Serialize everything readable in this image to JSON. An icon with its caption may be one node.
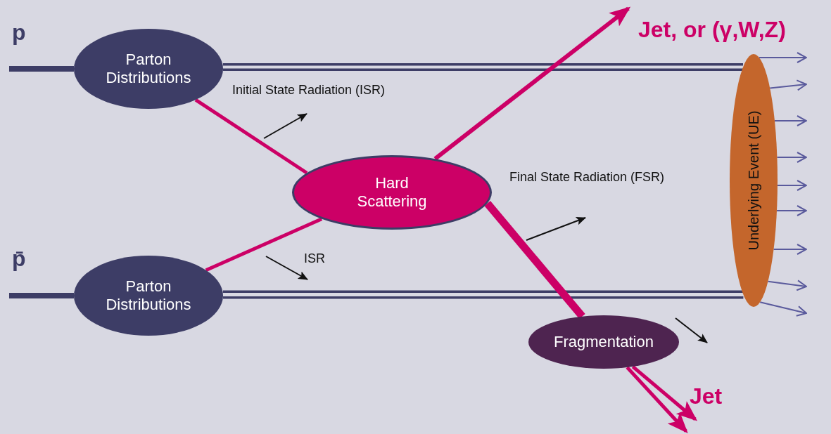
{
  "diagram": {
    "nodes": [
      {
        "text": [
          "Parton Distributions"
        ]
      },
      {
        "text": [
          "Parton Distributions"
        ]
      },
      {
        "text": [
          "Hard Scattering"
        ]
      },
      {
        "text": [
          "Underlying Event (UE)"
        ]
      },
      {
        "text": [
          "Fragmentation"
        ]
      }
    ],
    "edges": [
      {
        "from": null,
        "to": 0,
        "arrow": "none",
        "style": "thick",
        "color": "#3d3d66"
      },
      {
        "from": null,
        "to": 1,
        "arrow": "none",
        "style": "thick",
        "color": "#3d3d66"
      },
      {
        "from": 0,
        "to": 3,
        "arrow": "none",
        "color": "#3d3d66"
      },
      {
        "from": 1,
        "to": 3,
        "arrow": "none",
        "color": "#3d3d66"
      },
      {
        "from": 0,
        "to": 2,
        "arrow": "none",
        "color": "#cc0066"
      },
      {
        "from": 1,
        "to": 2,
        "arrow": "none",
        "color": "#cc0066"
      },
      {
        "from": 2,
        "to": null,
        "arrow": "to",
        "color": "#cc0066"
      },
      {
        "from": 2,
        "to": 4,
        "arrow": "none",
        "style": "thick",
        "color": "#cc0066"
      },
      {
        "from": 4,
        "to": null,
        "arrow": "to",
        "color": "#cc0066"
      },
      {
        "from": 4,
        "to": null,
        "arrow": "to",
        "color": "#cc0066"
      },
      {
        "from": 3,
        "to": null,
        "arrow": "to",
        "color": "#5a5a9c"
      },
      {
        "from": 3,
        "to": null,
        "arrow": "to",
        "color": "#5a5a9c"
      },
      {
        "from": 3,
        "to": null,
        "arrow": "to",
        "color": "#5a5a9c"
      },
      {
        "from": 3,
        "to": null,
        "arrow": "to",
        "color": "#5a5a9c"
      },
      {
        "from": 3,
        "to": null,
        "arrow": "to",
        "color": "#5a5a9c"
      },
      {
        "from": 3,
        "to": null,
        "arrow": "to",
        "color": "#5a5a9c"
      },
      {
        "from": 3,
        "to": null,
        "arrow": "to",
        "color": "#5a5a9c"
      },
      {
        "from": 3,
        "to": null,
        "arrow": "to",
        "color": "#5a5a9c"
      },
      {
        "from": 3,
        "to": null,
        "arrow": "to",
        "color": "#5a5a9c"
      }
    ],
    "labels": [
      "p",
      "Jet, or (γ,W,Z)",
      "Initial State Radiation (ISR)",
      "Final State Radiation (FSR)",
      "p̄",
      "ISR",
      "Jet"
    ]
  }
}
